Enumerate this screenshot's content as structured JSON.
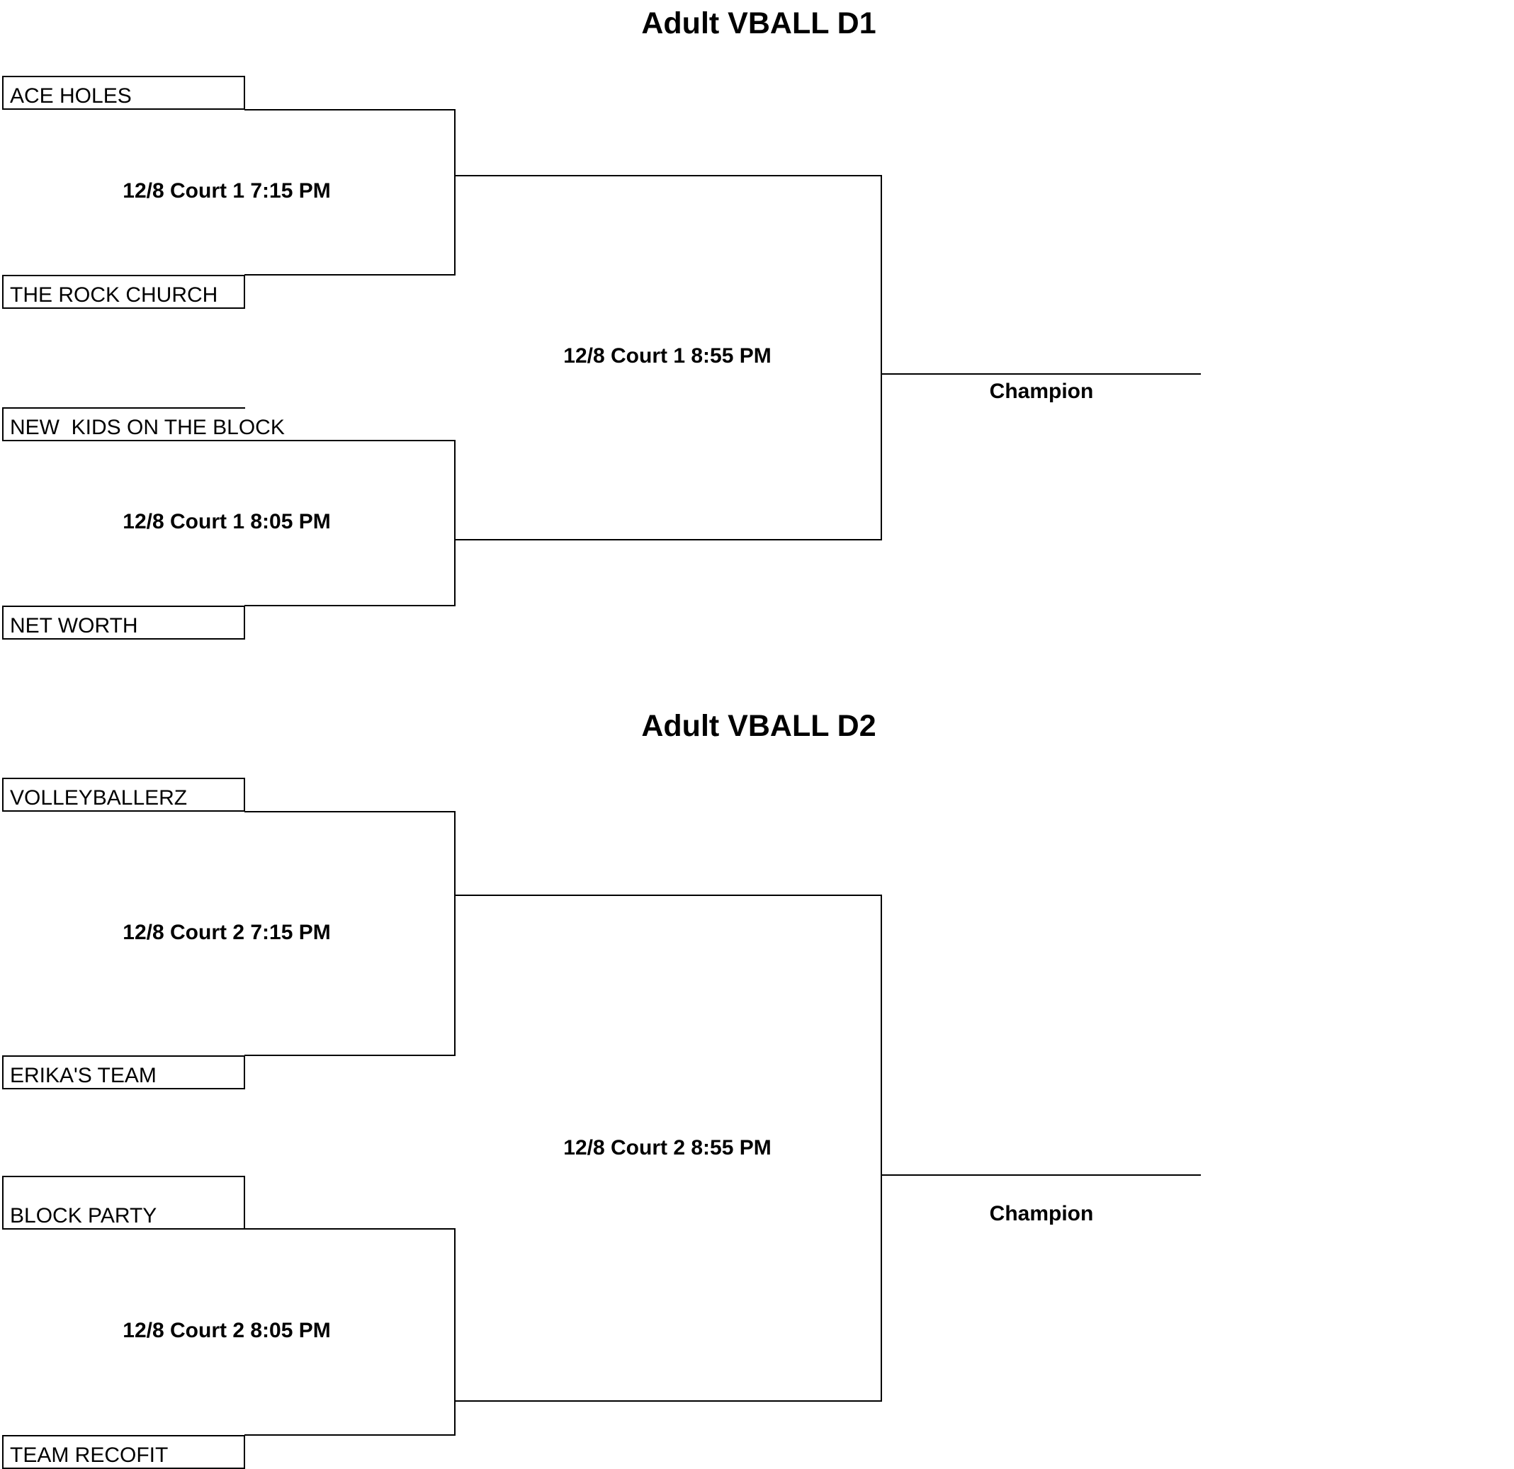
{
  "brackets": [
    {
      "title": "Adult VBALL D1",
      "teams": [
        "ACE HOLES",
        "THE ROCK CHURCH",
        "NEW  KIDS ON THE BLOCK",
        "NET WORTH"
      ],
      "semifinals": [
        "12/8 Court 1 7:15 PM",
        "12/8 Court 1 8:05 PM"
      ],
      "final": "12/8 Court 1 8:55 PM",
      "champion_label": "Champion"
    },
    {
      "title": "Adult VBALL D2",
      "teams": [
        "VOLLEYBALLERZ",
        "ERIKA'S TEAM",
        "BLOCK PARTY",
        "TEAM RECOFIT"
      ],
      "semifinals": [
        "12/8 Court 2 7:15 PM",
        "12/8 Court 2 8:05 PM"
      ],
      "final": "12/8 Court 2 8:55 PM",
      "champion_label": "Champion"
    }
  ]
}
